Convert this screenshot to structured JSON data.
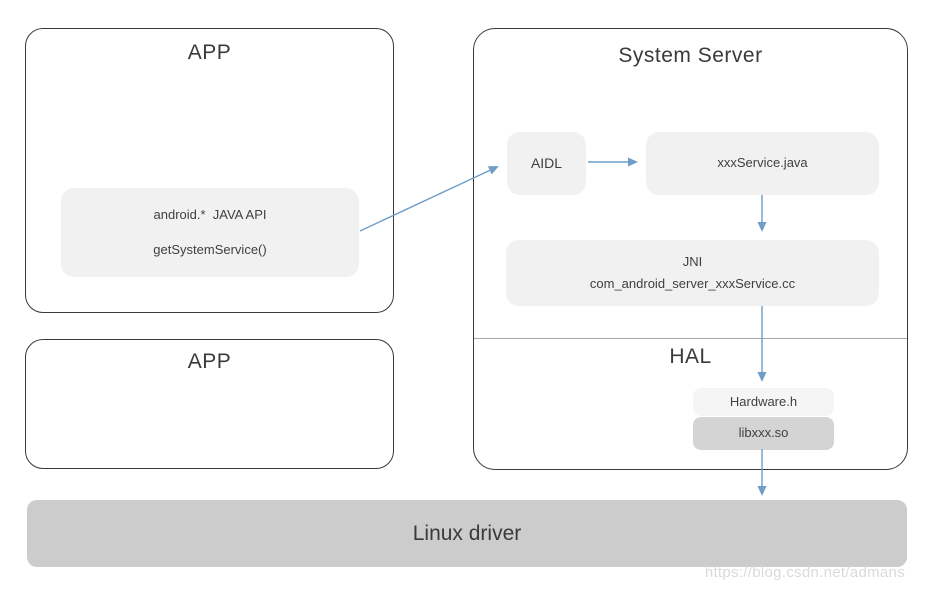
{
  "diagram": {
    "app_box_1": {
      "title": "APP",
      "api_box": {
        "line1": "android.*  JAVA API",
        "line2": "getSystemService()"
      }
    },
    "app_box_2": {
      "title": "APP"
    },
    "system_server": {
      "title": "System Server",
      "aidl_label": "AIDL",
      "service_java_label": "xxxService.java",
      "jni": {
        "line1": "JNI",
        "line2": "com_android_server_xxxService.cc"
      },
      "hal": {
        "title": "HAL",
        "hardware_h_label": "Hardware.h",
        "libxxx_so_label": "libxxx.so"
      }
    },
    "linux_driver_label": "Linux driver",
    "watermark": "https://blog.csdn.net/admans",
    "arrows": [
      "app-java-api-to-aidl",
      "aidl-to-xxxservice-java",
      "xxxservice-java-to-jni",
      "jni-to-hardware-h",
      "libxxx-so-to-linux-driver"
    ],
    "colors": {
      "background": "#ffffff",
      "box_border": "#3a3a3a",
      "light_box_fill": "#f1f1f1",
      "hardware_box_fill": "#f5f5f5",
      "libxxx_box_fill": "#d4d4d4",
      "linux_bar_fill": "#cccccc",
      "arrow": "#6e9ec8",
      "divider": "#a8a8a8",
      "text": "#404040",
      "watermark_text": "#dadada"
    }
  }
}
